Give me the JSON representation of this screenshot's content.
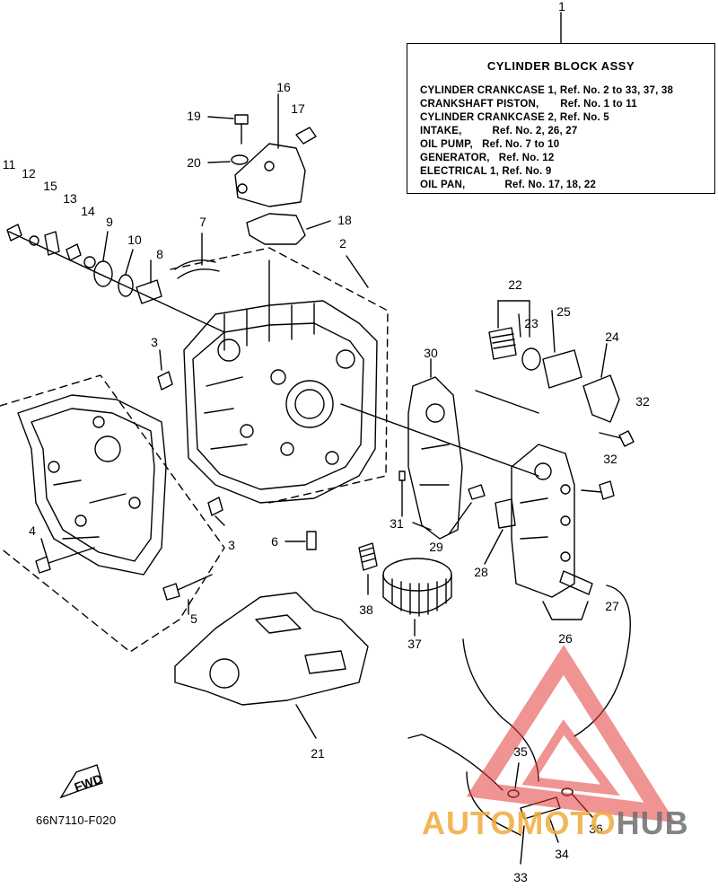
{
  "assembly_box": {
    "title": "CYLINDER BLOCK ASSY",
    "lines": [
      "CYLINDER CRANKCASE 1, Ref. No. 2 to 33, 37, 38",
      "CRANKSHAFT PISTON,       Ref. No. 1 to 11",
      "CYLINDER CRANKCASE 2, Ref. No. 5",
      "INTAKE,          Ref. No. 2, 26, 27",
      "OIL PUMP,   Ref. No. 7 to 10",
      "GENERATOR,   Ref. No. 12",
      "ELECTRICAL 1, Ref. No. 9",
      "OIL PAN,             Ref. No. 17, 18, 22"
    ]
  },
  "callouts": {
    "n1": "1",
    "n2": "2",
    "n3a": "3",
    "n3b": "3",
    "n4": "4",
    "n5": "5",
    "n6": "6",
    "n7": "7",
    "n8": "8",
    "n9": "9",
    "n10": "10",
    "n11": "11",
    "n12": "12",
    "n13": "13",
    "n14": "14",
    "n15": "15",
    "n16": "16",
    "n17": "17",
    "n18": "18",
    "n19": "19",
    "n20": "20",
    "n21": "21",
    "n22": "22",
    "n23": "23",
    "n24": "24",
    "n25": "25",
    "n26": "26",
    "n27": "27",
    "n28": "28",
    "n29": "29",
    "n30": "30",
    "n31": "31",
    "n32a": "32",
    "n32b": "32",
    "n33": "33",
    "n34": "34",
    "n35": "35",
    "n36": "36",
    "n37": "37",
    "n38": "38"
  },
  "fwd_label": "FWD",
  "diagram_code": "66N7110-F020",
  "watermark": {
    "part1": "AUTOMOTO",
    "part2": "HUB",
    "color_orange": "#f0aa3c",
    "color_red": "#e23a3a",
    "color_gray": "#6e6e6e"
  }
}
